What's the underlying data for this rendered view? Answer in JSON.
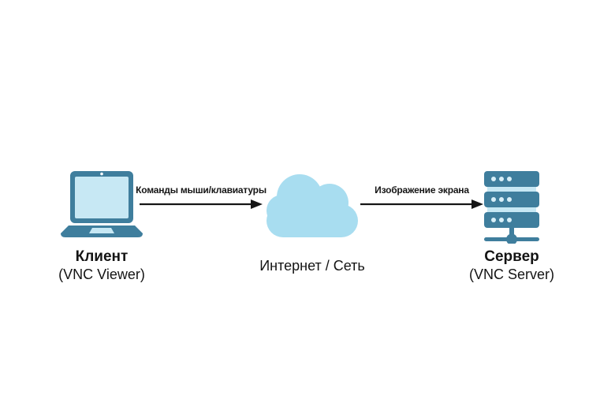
{
  "diagram": {
    "description": "VNC client-server architecture diagram",
    "nodes": {
      "client": {
        "title": "Клиент",
        "subtitle": "(VNC Viewer)",
        "icon": "laptop-icon"
      },
      "network": {
        "title": "Интернет / Сеть",
        "icon": "cloud-icon"
      },
      "server": {
        "title": "Сервер",
        "subtitle": "(VNC Server)",
        "icon": "server-icon"
      }
    },
    "arrows": {
      "client_to_network": {
        "label": "Команды мыши/клавиатуры",
        "direction": "right"
      },
      "network_to_server": {
        "label": "Изображение экрана",
        "direction": "right"
      }
    },
    "colors": {
      "device_teal": "#3F7E9D",
      "screen_light_blue": "#C7E8F4",
      "cloud_blue": "#A8DDF0",
      "server_dot_blue": "#D8EFF8",
      "arrow_black": "#151515",
      "text": "#141414",
      "background": "#FFFFFF"
    }
  }
}
